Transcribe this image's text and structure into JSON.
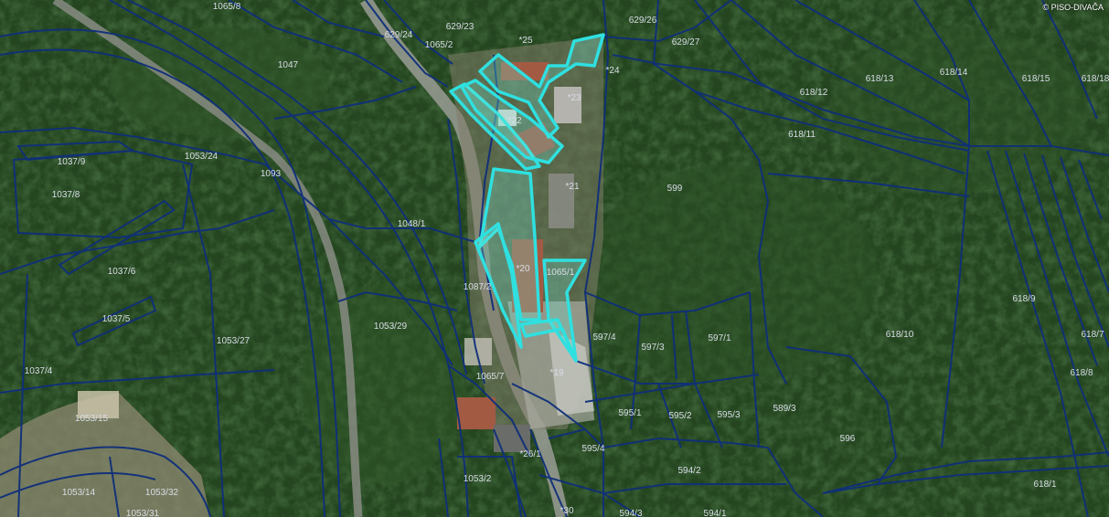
{
  "attribution": "© PISO-DIVAČA",
  "colors": {
    "parcel_boundary": "#0f2f7a",
    "selected_outline": "#2fe0e0",
    "selected_fill": "#6fe8d8",
    "forest": "#24451f",
    "road": "#9a9c95",
    "roof": "#a35a43"
  },
  "parcels": [
    {
      "id": "p1065-8",
      "label": "1065/8"
    },
    {
      "id": "p629-24",
      "label": "629/24"
    },
    {
      "id": "p629-23",
      "label": "629/23"
    },
    {
      "id": "p1065-2",
      "label": "1065/2"
    },
    {
      "id": "p25",
      "label": "*25"
    },
    {
      "id": "p629-26",
      "label": "629/26"
    },
    {
      "id": "p629-27",
      "label": "629/27"
    },
    {
      "id": "p24",
      "label": "*24"
    },
    {
      "id": "p1047",
      "label": "1047"
    },
    {
      "id": "p23",
      "label": "*23"
    },
    {
      "id": "p22",
      "label": "*22"
    },
    {
      "id": "p618-12",
      "label": "618/12"
    },
    {
      "id": "p618-13",
      "label": "618/13"
    },
    {
      "id": "p618-14",
      "label": "618/14"
    },
    {
      "id": "p618-15",
      "label": "618/15"
    },
    {
      "id": "p618-18",
      "label": "618/18"
    },
    {
      "id": "p618-11",
      "label": "618/11"
    },
    {
      "id": "p1037-9",
      "label": "1037/9"
    },
    {
      "id": "p1053-24",
      "label": "1053/24"
    },
    {
      "id": "p1093",
      "label": "1093"
    },
    {
      "id": "p1037-8",
      "label": "1037/8"
    },
    {
      "id": "p21",
      "label": "*21"
    },
    {
      "id": "p599",
      "label": "599"
    },
    {
      "id": "p1048-1",
      "label": "1048/1"
    },
    {
      "id": "p1037-6",
      "label": "1037/6"
    },
    {
      "id": "p20",
      "label": "*20"
    },
    {
      "id": "p1065-1",
      "label": "1065/1"
    },
    {
      "id": "p1087-2",
      "label": "1087/2"
    },
    {
      "id": "p618-9",
      "label": "618/9"
    },
    {
      "id": "p1037-5",
      "label": "1037/5"
    },
    {
      "id": "p1053-29",
      "label": "1053/29"
    },
    {
      "id": "p597-4",
      "label": "597/4"
    },
    {
      "id": "p597-3",
      "label": "597/3"
    },
    {
      "id": "p597-1",
      "label": "597/1"
    },
    {
      "id": "p618-10",
      "label": "618/10"
    },
    {
      "id": "p618-7",
      "label": "618/7"
    },
    {
      "id": "p1053-27",
      "label": "1053/27"
    },
    {
      "id": "p1037-4",
      "label": "1037/4"
    },
    {
      "id": "p1065-7",
      "label": "1065/7"
    },
    {
      "id": "p19",
      "label": "*19"
    },
    {
      "id": "p618-8",
      "label": "618/8"
    },
    {
      "id": "p589-3",
      "label": "589/3"
    },
    {
      "id": "p595-1",
      "label": "595/1"
    },
    {
      "id": "p595-2",
      "label": "595/2"
    },
    {
      "id": "p595-3",
      "label": "595/3"
    },
    {
      "id": "p1053-15",
      "label": "1053/15"
    },
    {
      "id": "p596",
      "label": "596"
    },
    {
      "id": "p595-4",
      "label": "595/4"
    },
    {
      "id": "p26-1",
      "label": "*26/1"
    },
    {
      "id": "p594-2",
      "label": "594/2"
    },
    {
      "id": "p1053-2",
      "label": "1053/2"
    },
    {
      "id": "p618-1",
      "label": "618/1"
    },
    {
      "id": "p1053-14",
      "label": "1053/14"
    },
    {
      "id": "p1053-32",
      "label": "1053/32"
    },
    {
      "id": "p1053-31",
      "label": "1053/31"
    },
    {
      "id": "p30",
      "label": "*30"
    },
    {
      "id": "p594-3",
      "label": "594/3"
    },
    {
      "id": "p594-1",
      "label": "594/1"
    }
  ]
}
